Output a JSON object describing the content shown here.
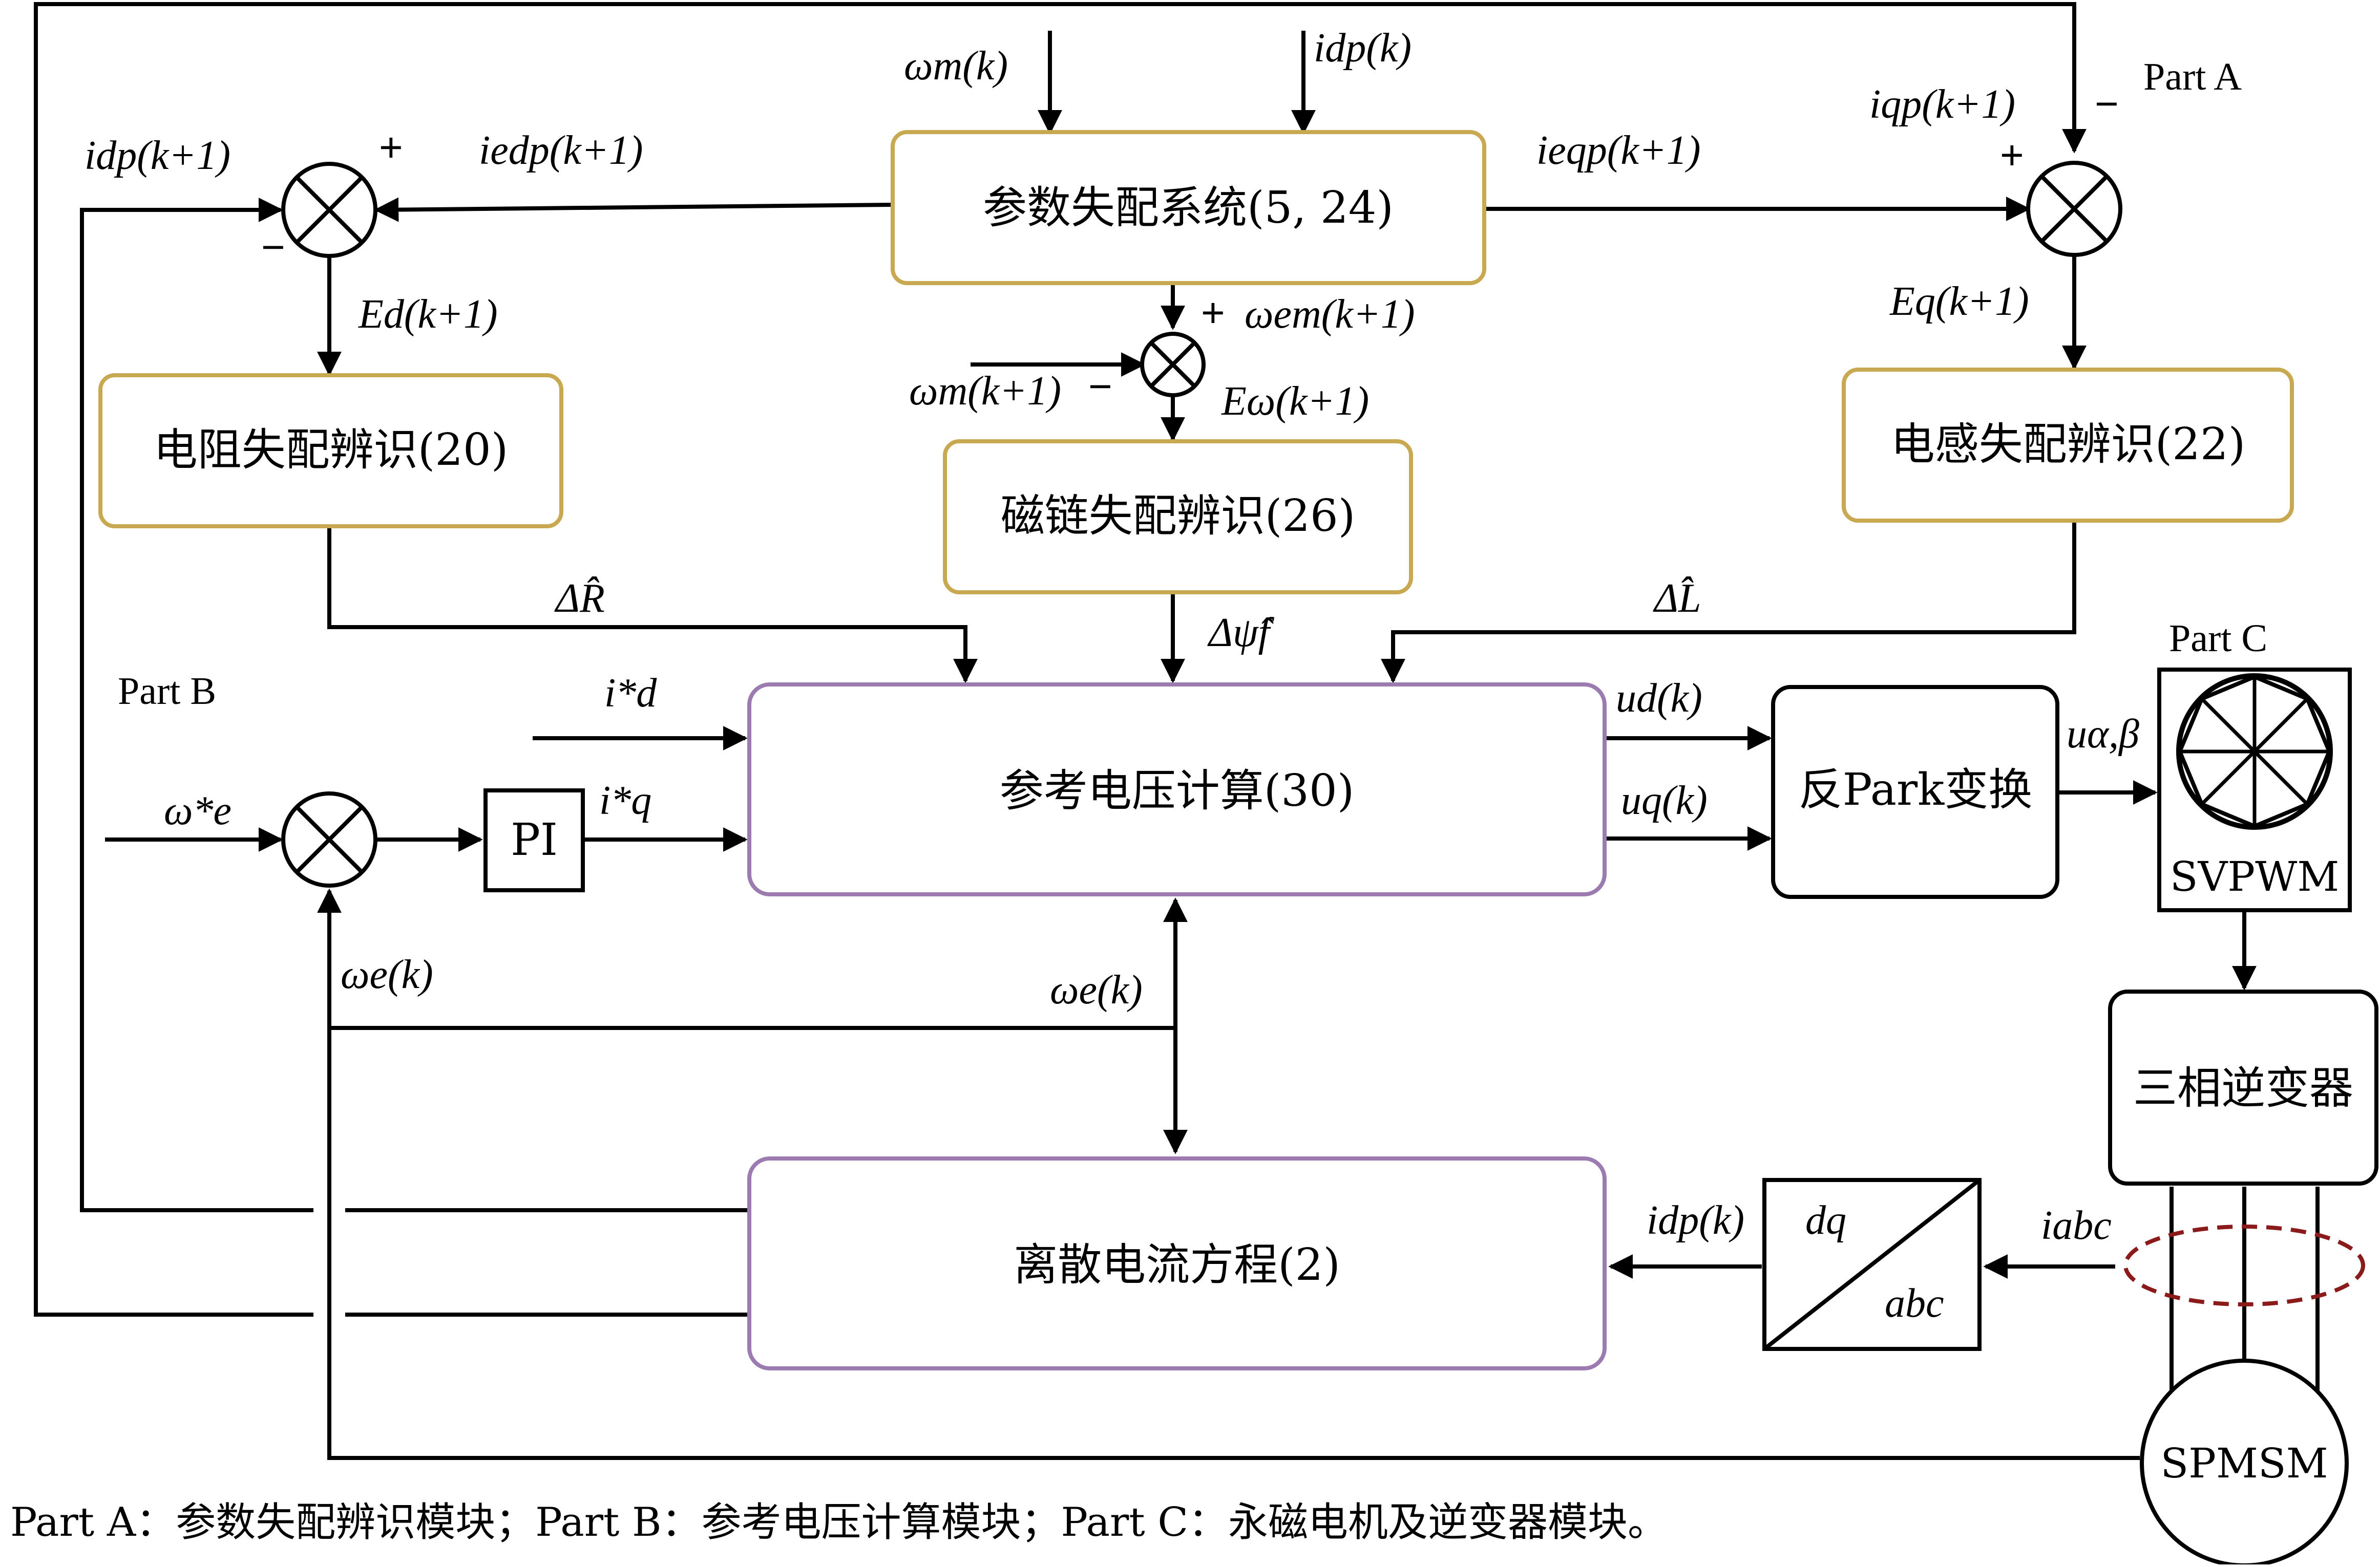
{
  "blocks": {
    "param_system": "参数失配系统(5, 24)",
    "resistance_id": "电阻失配辨识(20)",
    "inductance_id": "电感失配辨识(22)",
    "flux_id": "磁链失配辨识(26)",
    "ref_voltage": "参考电压计算(30)",
    "inv_park": "反Park变换",
    "inverter": "三相逆变器",
    "discrete_current": "离散电流方程(2)",
    "pi": "PI",
    "svpwm": "SVPWM",
    "dq_top": "dq",
    "dq_bottom": "abc",
    "motor": "SPMSM"
  },
  "parts": {
    "a": "Part A",
    "b": "Part B",
    "c": "Part C"
  },
  "signals": {
    "wm_k": "ωm(k)",
    "idp_k_top": "idp(k)",
    "idp_k1_left": "idp(k+1)",
    "idp_e_k1": "iedp(k+1)",
    "iqp_e_k1": "ieqp(k+1)",
    "iqp_k1": "iqp(k+1)",
    "ed_k1": "Ed(k+1)",
    "eq_k1": "Eq(k+1)",
    "wm_e_k1": "ωem(k+1)",
    "wm_k1": "ωm(k+1)",
    "ew_k1": "Eω(k+1)",
    "delta_r": "ΔR̂",
    "delta_psi": "Δψ̂f",
    "delta_l": "ΔL̂",
    "id_star": "i*d",
    "iq_star": "i*q",
    "we_star": "ω*e",
    "we_k_left": "ωe(k)",
    "we_k_mid": "ωe(k)",
    "ud_k": "ud(k)",
    "uq_k": "uq(k)",
    "u_ab": "uα,β",
    "idp_k_right": "idp(k)",
    "iabc": "iabc"
  },
  "signs": {
    "plus": "+",
    "minus": "−"
  },
  "caption": "Part A：参数失配辨识模块；Part B：参考电压计算模块；Part C：永磁电机及逆变器模块。"
}
